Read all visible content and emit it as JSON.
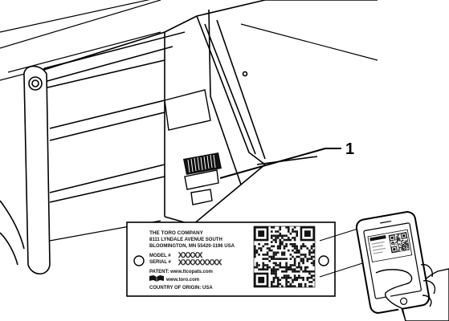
{
  "callout": {
    "number": "1"
  },
  "plate": {
    "company": "THE TORO COMPANY",
    "address": "8111 LYNDALE AVENUE SOUTH",
    "city": "BLOOMINGTON, MN 55420-1196 USA",
    "model_label": "MODEL #",
    "model_value": "XXXXX",
    "serial_label": "SERIAL #",
    "serial_value": "XXXXXXXXX",
    "patent": "PATENT: www.ttcopats.com",
    "website": "www.toro.com",
    "origin": "COUNTRY OF ORIGIN: USA"
  },
  "icons": {
    "book": "book-icon",
    "qr": "qr-code-icon",
    "phone": "smartphone-icon"
  },
  "colors": {
    "line": "#000000",
    "fill": "#ffffff",
    "shade": "#bbbbbb"
  }
}
